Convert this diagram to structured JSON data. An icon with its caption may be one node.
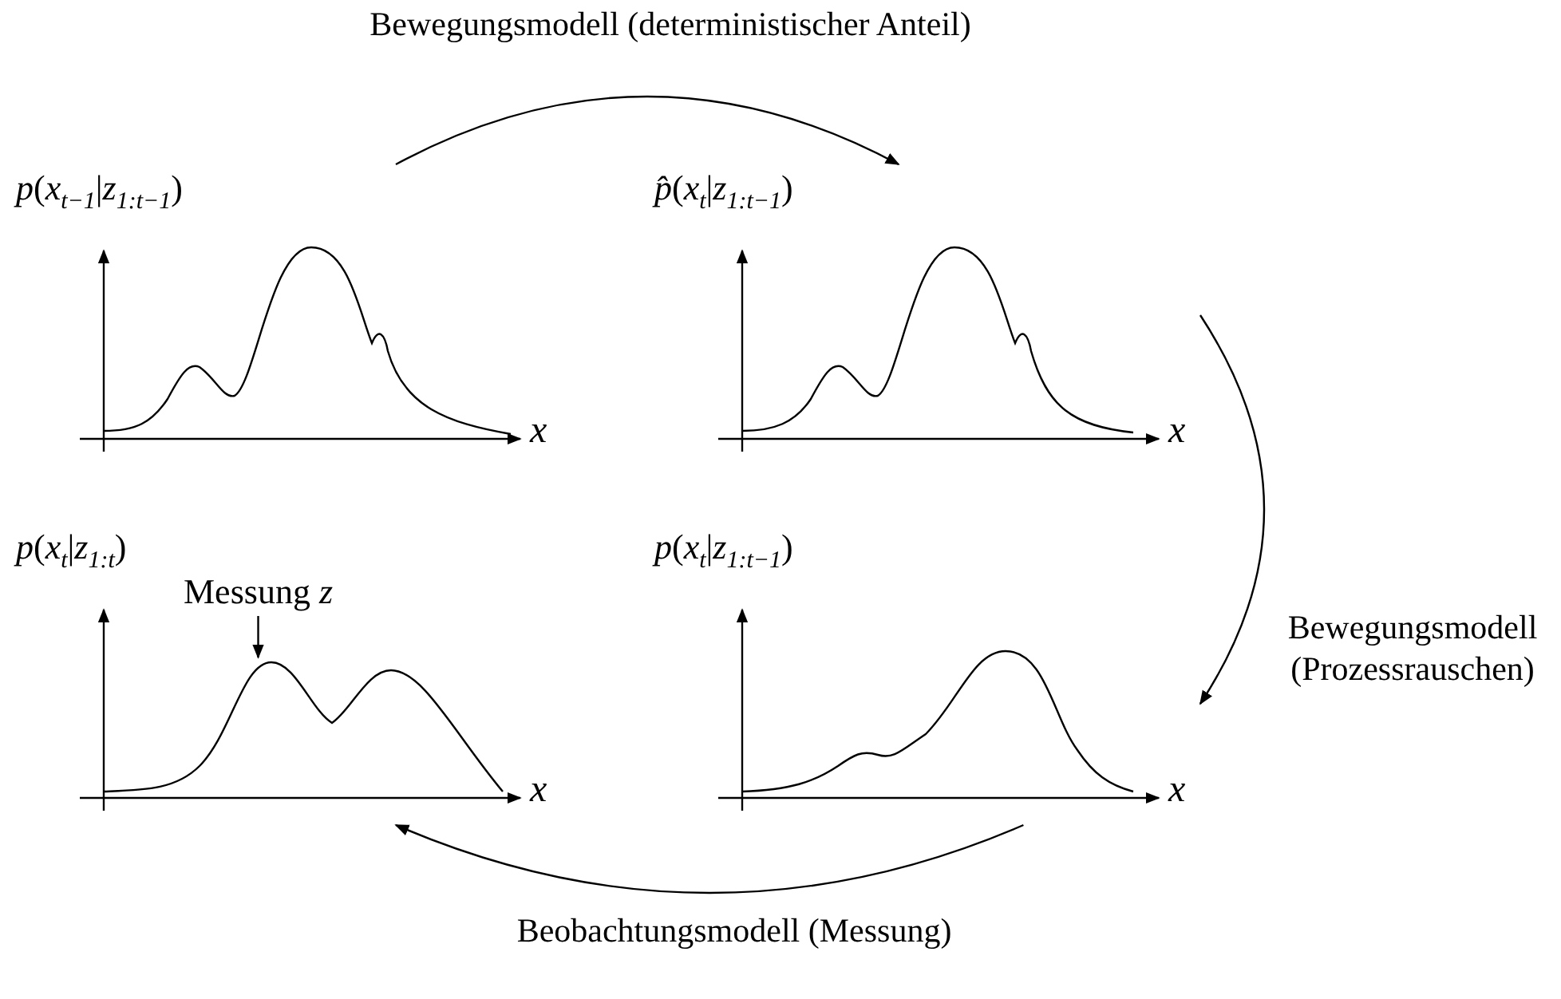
{
  "diagram": {
    "nodes": [
      {
        "text": [
          "*p*(*x*$_{t−1}$|*z*$_{1:t−1}$)",
          "x"
        ]
      },
      {
        "text": [
          "*p̂*(*x*$_{t}$|*z*$_{1:t−1}$)",
          "x"
        ]
      },
      {
        "text": [
          "*p*(*x*$_{t}$|*z*$_{1:t}$)",
          "x"
        ]
      },
      {
        "text": [
          "*p*(*x*$_{t}$|*z*$_{1:t−1}$)",
          "x"
        ]
      },
      {
        "text": [
          "Messung *z*"
        ],
        "in": 2
      }
    ],
    "edges": [
      {
        "from": 0,
        "to": 1,
        "arrow": "to",
        "label": "Bewegungsmodell (deterministischer Anteil)"
      },
      {
        "from": 1,
        "to": 3,
        "arrow": "to",
        "label": "Bewegungsmodell (Prozessrauschen)"
      },
      {
        "from": 3,
        "to": 2,
        "arrow": "to",
        "label": "Beobachtungsmodell (Messung)"
      },
      {
        "from": 4,
        "to": null,
        "arrow": "to"
      }
    ]
  }
}
